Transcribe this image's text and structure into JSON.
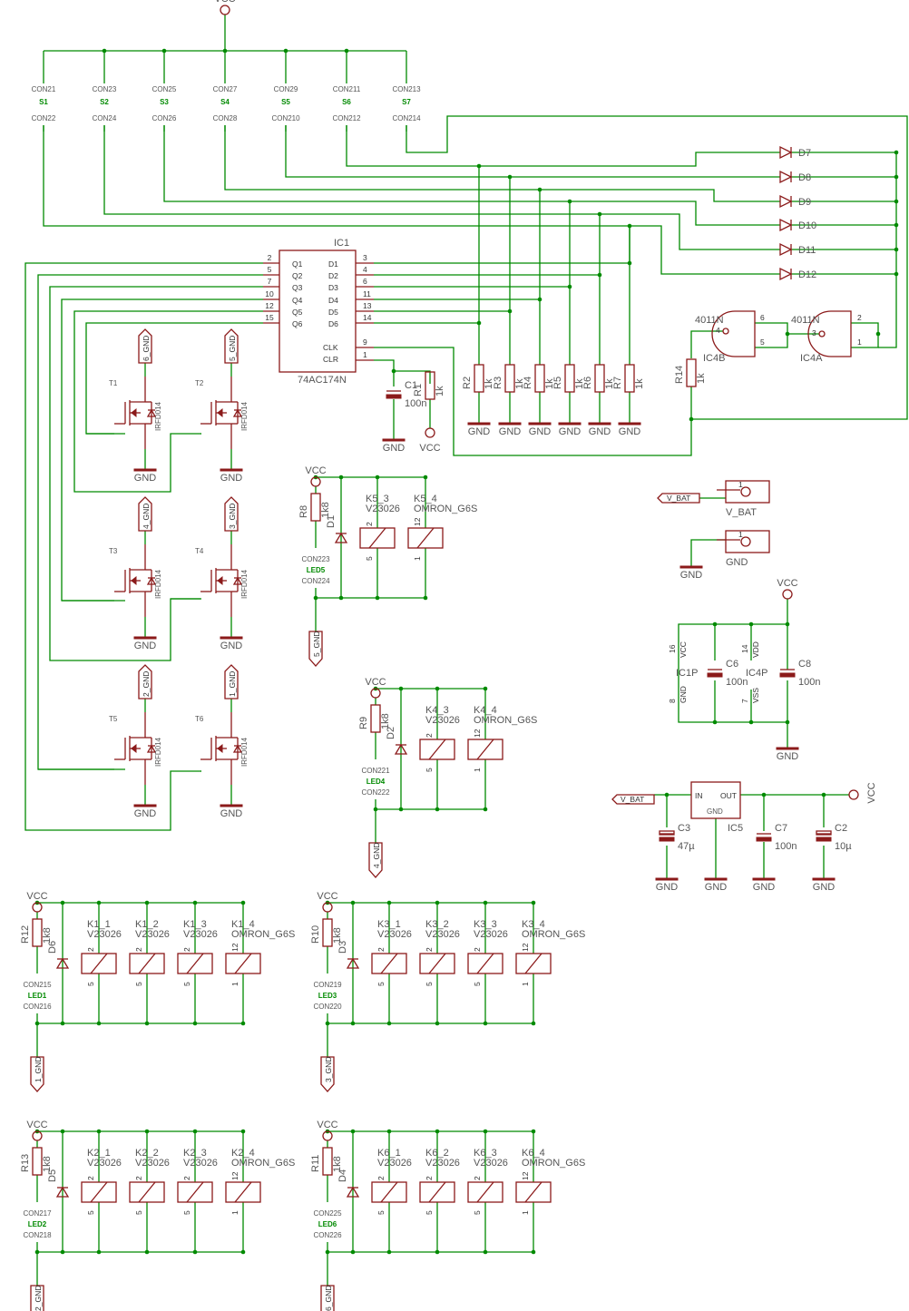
{
  "supply": {
    "vcc": "VCC",
    "gnd": "GND",
    "vbat": "V_BAT"
  },
  "connectors": {
    "top": [
      "CON21",
      "CON23",
      "CON25",
      "CON27",
      "CON29",
      "CON211",
      "CON213"
    ],
    "bottom": [
      "CON22",
      "CON24",
      "CON26",
      "CON28",
      "CON210",
      "CON212",
      "CON214"
    ],
    "switches": [
      "S1",
      "S2",
      "S3",
      "S4",
      "S5",
      "S6",
      "S7"
    ]
  },
  "diodes_top": [
    "D7",
    "D8",
    "D9",
    "D10",
    "D11",
    "D12"
  ],
  "ic1": {
    "name": "IC1",
    "part": "74AC174N",
    "left_pins": [
      {
        "n": "2",
        "s": "Q1"
      },
      {
        "n": "5",
        "s": "Q2"
      },
      {
        "n": "7",
        "s": "Q3"
      },
      {
        "n": "10",
        "s": "Q4"
      },
      {
        "n": "12",
        "s": "Q5"
      },
      {
        "n": "15",
        "s": "Q6"
      }
    ],
    "right_pins": [
      {
        "n": "3",
        "s": "D1"
      },
      {
        "n": "4",
        "s": "D2"
      },
      {
        "n": "6",
        "s": "D3"
      },
      {
        "n": "11",
        "s": "D4"
      },
      {
        "n": "13",
        "s": "D5"
      },
      {
        "n": "14",
        "s": "D6"
      }
    ],
    "clk_pin": "9",
    "clk": "CLK",
    "clr_pin": "1",
    "clr": "CLR"
  },
  "c1": {
    "name": "C1",
    "value": "100n"
  },
  "r1": {
    "name": "R1",
    "value": "1k"
  },
  "pulldowns": [
    {
      "n": "R2",
      "v": "1k"
    },
    {
      "n": "R3",
      "v": "1k"
    },
    {
      "n": "R4",
      "v": "1k"
    },
    {
      "n": "R5",
      "v": "1k"
    },
    {
      "n": "R6",
      "v": "1k"
    },
    {
      "n": "R7",
      "v": "1k"
    }
  ],
  "gates": {
    "ic4b": {
      "name": "IC4B",
      "part": "4011N",
      "p_out": "4",
      "p_a": "6",
      "p_b": "5"
    },
    "ic4a": {
      "name": "IC4A",
      "part": "4011N",
      "p_out": "3",
      "p_a": "2",
      "p_b": "1"
    },
    "r14": {
      "name": "R14",
      "value": "1k"
    }
  },
  "mosfets": [
    {
      "name": "T1",
      "part": "IRFD014",
      "gnd": "6_GND"
    },
    {
      "name": "T2",
      "part": "IRFD014",
      "gnd": "5_GND"
    },
    {
      "name": "T3",
      "part": "IRFD014",
      "gnd": "4_GND"
    },
    {
      "name": "T4",
      "part": "IRFD014",
      "gnd": "3_GND"
    },
    {
      "name": "T5",
      "part": "IRFD014",
      "gnd": "2_GND"
    },
    {
      "name": "T6",
      "part": "IRFD014",
      "gnd": "1_GND"
    }
  ],
  "relay_blocks": [
    {
      "r": "R12",
      "rv": "1k8",
      "d": "D6",
      "led": "LED1",
      "con_a": "CON215",
      "con_b": "CON216",
      "gnd": "1_GND",
      "relays": [
        {
          "k": "K1_1",
          "t": "V23026"
        },
        {
          "k": "K1_2",
          "t": "V23026"
        },
        {
          "k": "K1_3",
          "t": "V23026"
        },
        {
          "k": "K1_4",
          "t": "OMRON_G6S"
        }
      ]
    },
    {
      "r": "R10",
      "rv": "1k8",
      "d": "D3",
      "led": "LED3",
      "con_a": "CON219",
      "con_b": "CON220",
      "gnd": "3_GND",
      "relays": [
        {
          "k": "K3_1",
          "t": "V23026"
        },
        {
          "k": "K3_2",
          "t": "V23026"
        },
        {
          "k": "K3_3",
          "t": "V23026"
        },
        {
          "k": "K3_4",
          "t": "OMRON_G6S"
        }
      ]
    },
    {
      "r": "R13",
      "rv": "1k8",
      "d": "D5",
      "led": "LED2",
      "con_a": "CON217",
      "con_b": "CON218",
      "gnd": "2_GND",
      "relays": [
        {
          "k": "K2_1",
          "t": "V23026"
        },
        {
          "k": "K2_2",
          "t": "V23026"
        },
        {
          "k": "K2_3",
          "t": "V23026"
        },
        {
          "k": "K2_4",
          "t": "OMRON_G6S"
        }
      ]
    },
    {
      "r": "R11",
      "rv": "1k8",
      "d": "D4",
      "led": "LED6",
      "con_a": "CON225",
      "con_b": "CON226",
      "gnd": "6_GND",
      "relays": [
        {
          "k": "K6_1",
          "t": "V23026"
        },
        {
          "k": "K6_2",
          "t": "V23026"
        },
        {
          "k": "K6_3",
          "t": "V23026"
        },
        {
          "k": "K6_4",
          "t": "OMRON_G6S"
        }
      ]
    }
  ],
  "small_blocks": [
    {
      "r": "R8",
      "rv": "1k8",
      "d": "D1",
      "led": "LED5",
      "con_a": "CON223",
      "con_b": "CON224",
      "gnd": "5_GND",
      "relays": [
        {
          "k": "K5_3",
          "t": "V23026"
        },
        {
          "k": "K5_4",
          "t": "OMRON_G6S"
        }
      ]
    },
    {
      "r": "R9",
      "rv": "1k8",
      "d": "D2",
      "led": "LED4",
      "con_a": "CON221",
      "con_b": "CON222",
      "gnd": "4_GND",
      "relays": [
        {
          "k": "K4_3",
          "t": "V23026"
        },
        {
          "k": "K4_4",
          "t": "OMRON_G6S"
        }
      ]
    }
  ],
  "relay_pins": {
    "v_top": "2",
    "v_bot": "5",
    "o_top": "12",
    "o_bot": "1"
  },
  "power_conn": {
    "pin": "1",
    "vbat_label": "V_BAT",
    "gnd_label": "GND"
  },
  "ic_power": {
    "ic1p": "IC1P",
    "ic4p": "IC4P",
    "vcc_pin": "16",
    "gnd_pin": "8",
    "vdd_pin": "14",
    "vss_pin": "7",
    "vcc_lbl": "VCC",
    "gnd_lbl": "GND",
    "vdd_lbl": "VDD",
    "vss_lbl": "VSS",
    "c6": {
      "name": "C6",
      "value": "100n"
    },
    "c8": {
      "name": "C8",
      "value": "100n"
    }
  },
  "regulator": {
    "name": "IC5",
    "in": "IN",
    "out": "OUT",
    "gnd": "GND",
    "c3": {
      "name": "C3",
      "value": "47µ"
    },
    "c7": {
      "name": "C7",
      "value": "100n"
    },
    "c2": {
      "name": "C2",
      "value": "10µ"
    }
  }
}
